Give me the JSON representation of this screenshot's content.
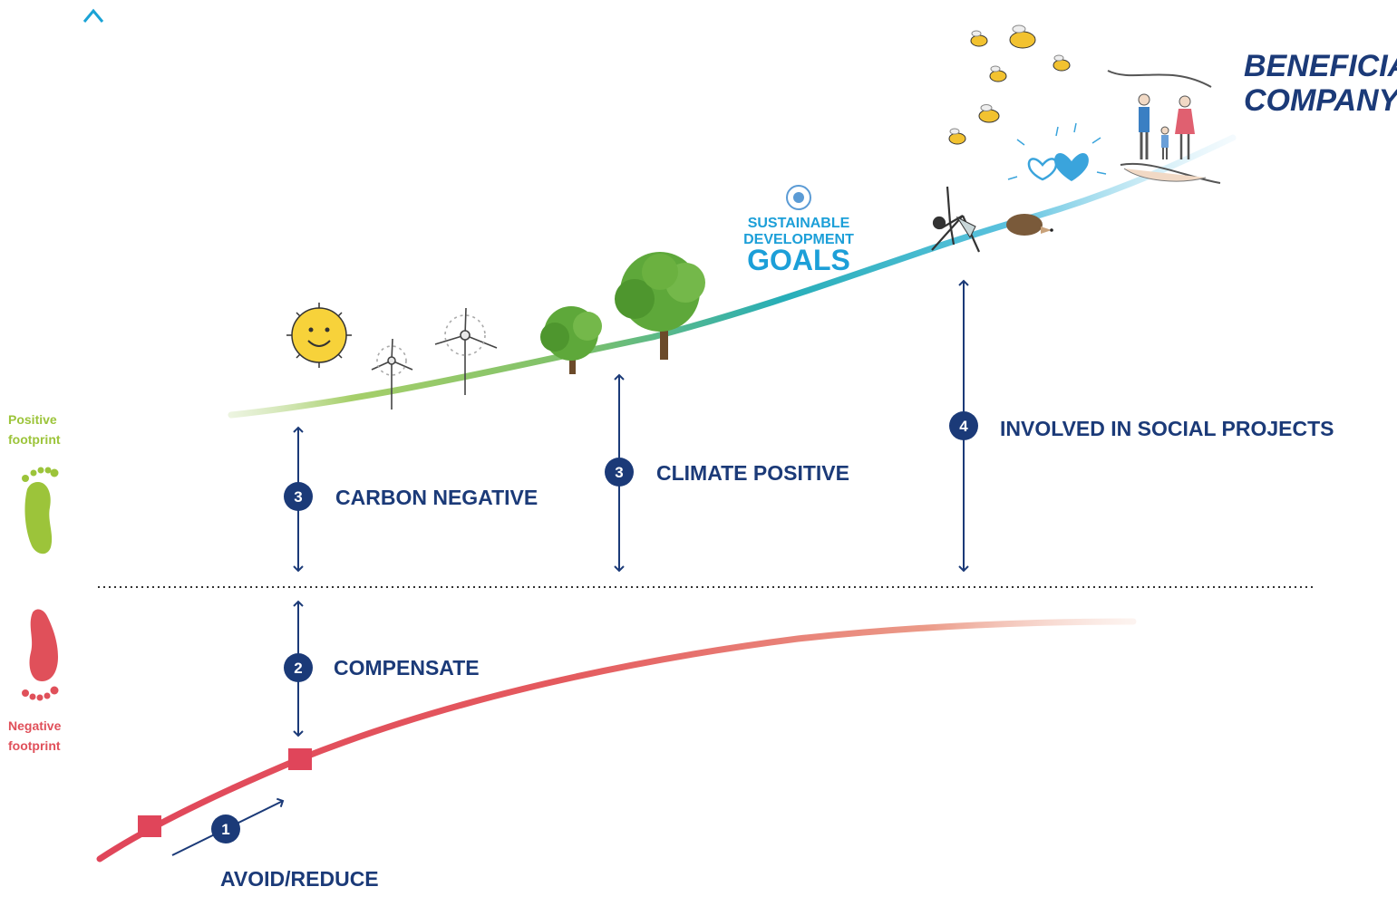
{
  "axis": {
    "positive_label_1": "Positive",
    "positive_label_2": "footprint",
    "negative_label_1": "Negative",
    "negative_label_2": "footprint"
  },
  "steps": [
    {
      "number": "1",
      "label": "AVOID/REDUCE"
    },
    {
      "number": "2",
      "label": "COMPENSATE"
    },
    {
      "number": "3",
      "label": "CARBON NEGATIVE"
    },
    {
      "number": "3",
      "label": "CLIMATE POSITIVE"
    },
    {
      "number": "4",
      "label": "INVOLVED IN SOCIAL PROJECTS"
    }
  ],
  "sdg": {
    "line1": "SUSTAINABLE",
    "line2": "DEVELOPMENT",
    "line3": "GOALS"
  },
  "goal": {
    "line1": "BENEFICIAL",
    "line2": "COMPANY"
  },
  "colors": {
    "navy": "#1b3a78",
    "positive_green": "#9cc43a",
    "negative_red": "#e0505a",
    "axis_top_blue": "#1aa3d6",
    "curve_teal": "#2ab3c6",
    "curve_light_blue": "#bfe6f5"
  },
  "icons": [
    "sun-icon",
    "wind-turbine-icon",
    "tree-icon",
    "un-emblem-icon",
    "yoga-person-icon",
    "hedgehog-icon",
    "hearts-icon",
    "bee-icon",
    "family-in-hands-icon",
    "green-footprint-icon",
    "red-footprint-icon"
  ]
}
